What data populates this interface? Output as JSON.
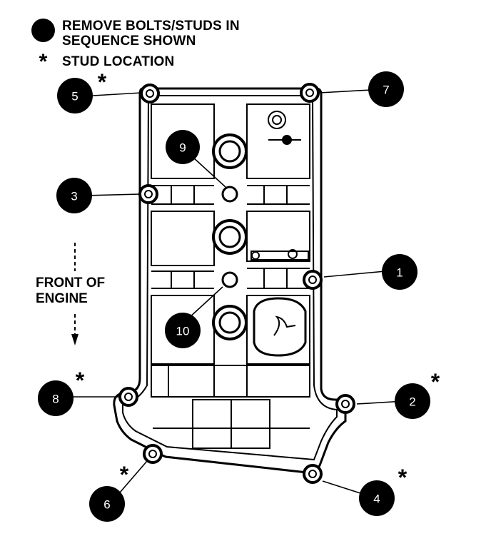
{
  "legend": {
    "sequence_label_line1": "REMOVE BOLTS/STUDS IN",
    "sequence_label_line2": "SEQUENCE SHOWN",
    "stud_symbol": "*",
    "stud_label": "STUD LOCATION"
  },
  "front_label_line1": "FRONT OF",
  "front_label_line2": "ENGINE",
  "bolts": [
    {
      "number": "1",
      "stud": false
    },
    {
      "number": "2",
      "stud": true
    },
    {
      "number": "3",
      "stud": false
    },
    {
      "number": "4",
      "stud": true
    },
    {
      "number": "5",
      "stud": true
    },
    {
      "number": "6",
      "stud": true
    },
    {
      "number": "7",
      "stud": false
    },
    {
      "number": "8",
      "stud": true
    },
    {
      "number": "9",
      "stud": false
    },
    {
      "number": "10",
      "stud": false
    }
  ]
}
